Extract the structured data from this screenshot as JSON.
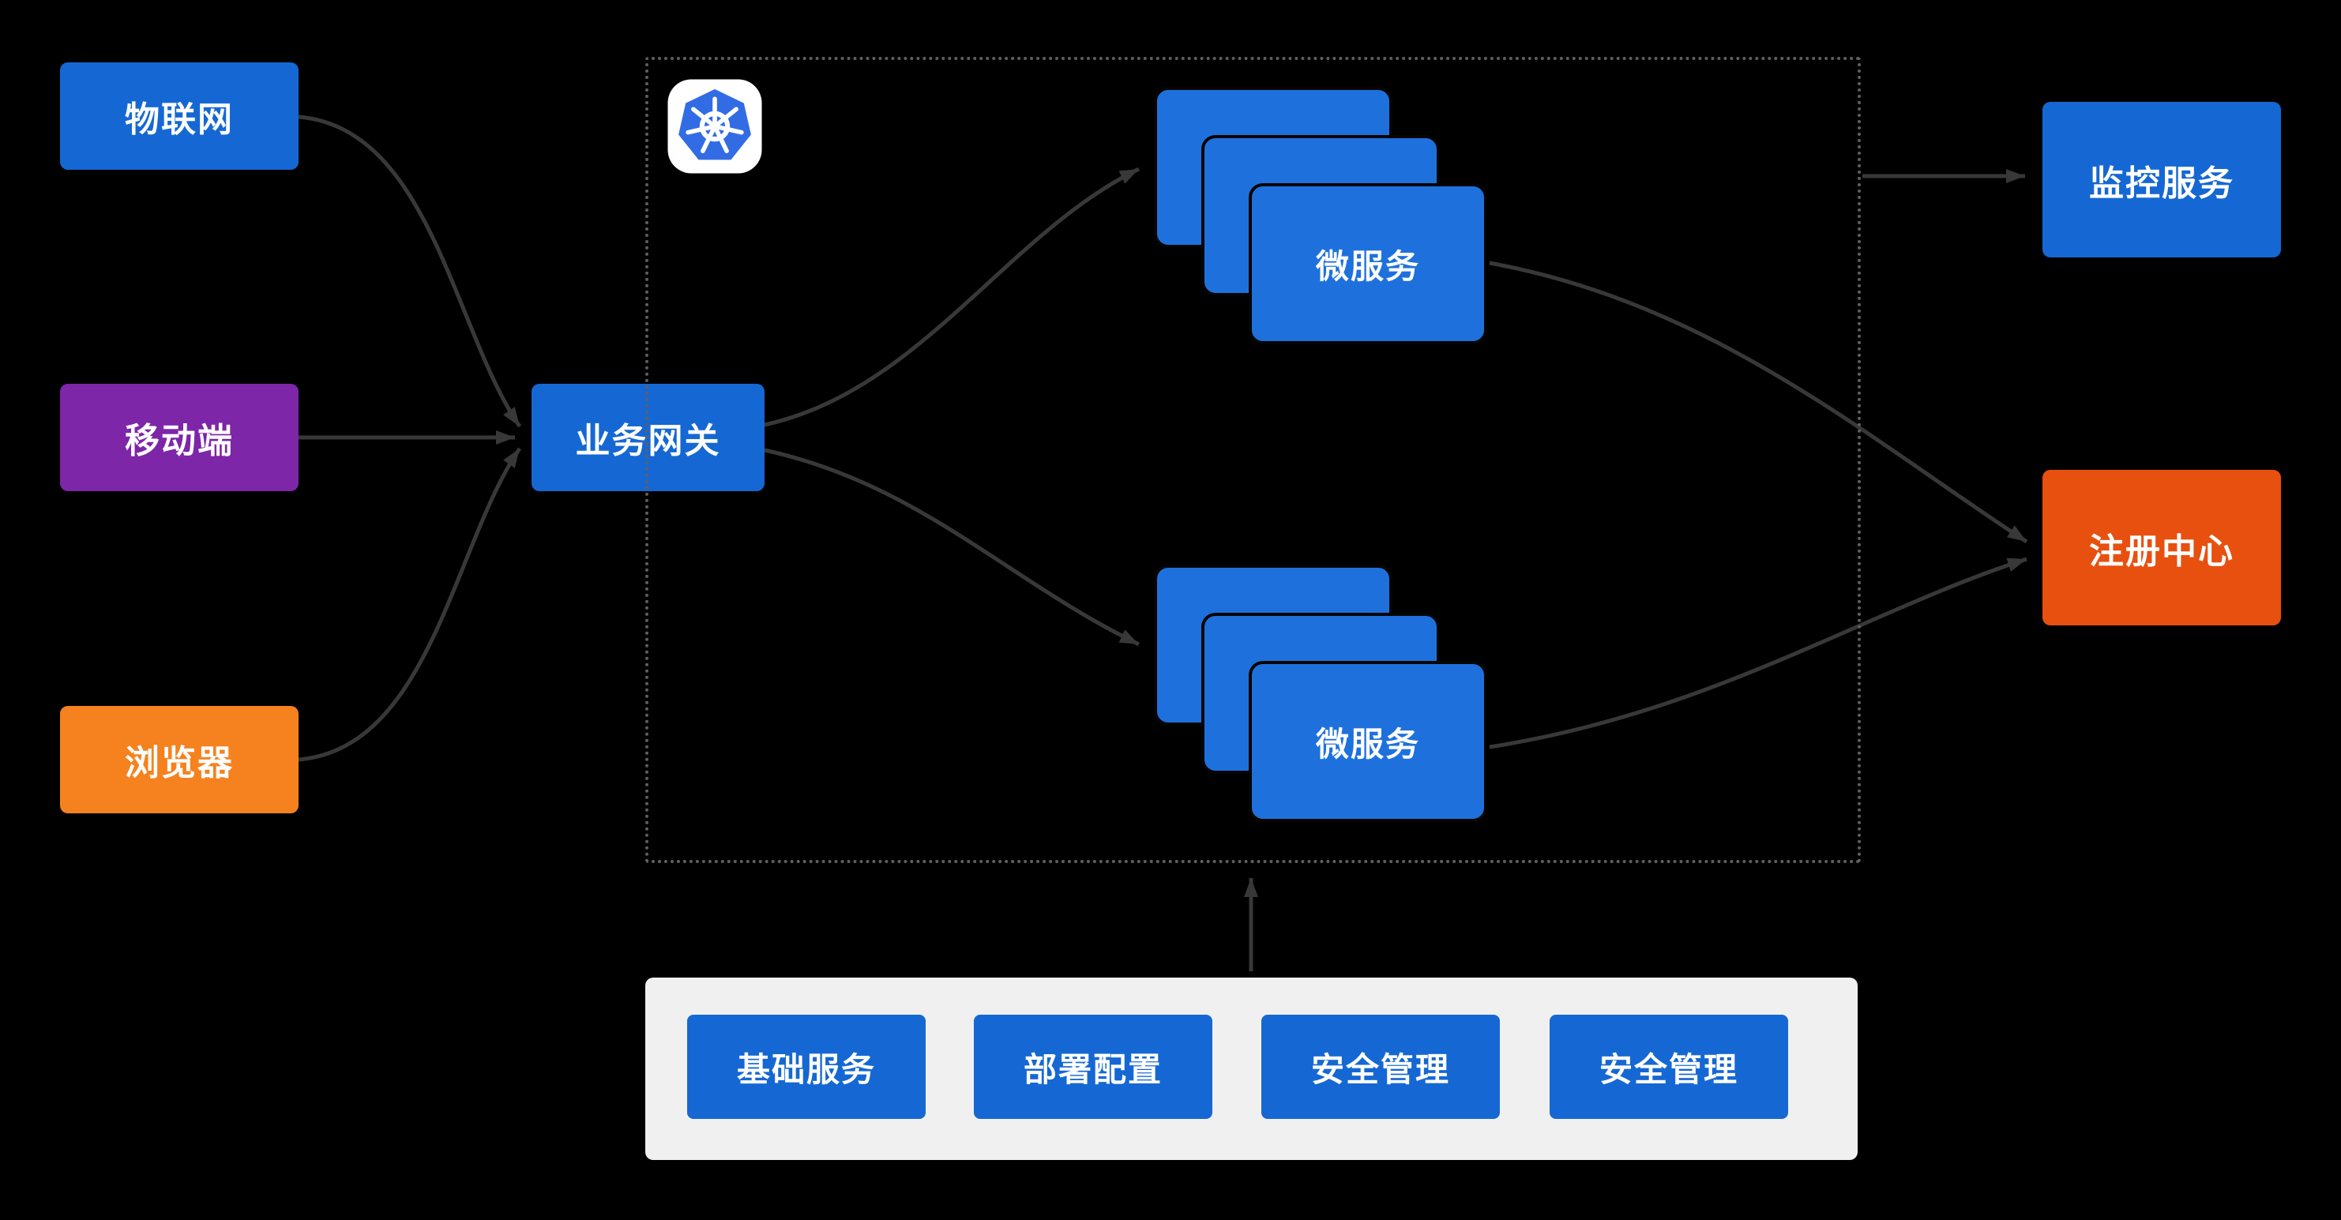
{
  "nodes": {
    "iot": {
      "label": "物联网",
      "color": "#1568d3"
    },
    "mobile": {
      "label": "移动端",
      "color": "#7d26a8"
    },
    "browser": {
      "label": "浏览器",
      "color": "#f5821f"
    },
    "gateway": {
      "label": "业务网关",
      "color": "#1568d3"
    },
    "microservice_top": {
      "label": "微服务",
      "color": "#1e71dc"
    },
    "microservice_bottom": {
      "label": "微服务",
      "color": "#1e71dc"
    },
    "monitoring": {
      "label": "监控服务",
      "color": "#1568d3"
    },
    "registry": {
      "label": "注册中心",
      "color": "#e8500f"
    }
  },
  "cluster": {
    "icon": "kubernetes-logo",
    "icon_color": "#326ce5",
    "border_style": "dotted",
    "border_color": "#5f5f5f"
  },
  "platform_panel": {
    "background": "#f0f0f0",
    "item_color": "#1568d3",
    "items": [
      {
        "label": "基础服务"
      },
      {
        "label": "部署配置"
      },
      {
        "label": "安全管理"
      },
      {
        "label": "安全管理"
      }
    ]
  },
  "canvas": {
    "background": "#000000",
    "arrow_color": "#383838",
    "text_color": "#ffffff"
  }
}
